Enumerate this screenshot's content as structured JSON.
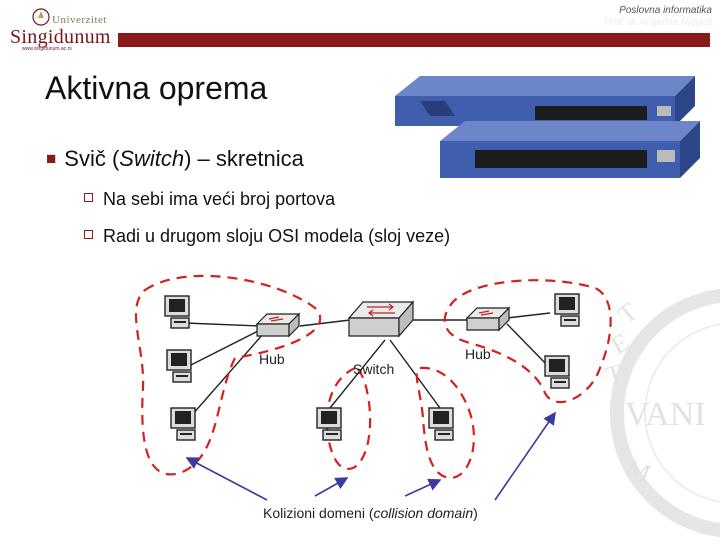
{
  "header": {
    "logo_top": "Univerzitet",
    "logo_name": "Singidunum",
    "logo_url": "www.singidunum.ac.rs",
    "course": "Poslovna informatika",
    "author": "Prof. dr Angelina Njeguš"
  },
  "colors": {
    "accent": "#8b1a1a",
    "collision_outline": "#d62020",
    "device_blue": "#3f5fae"
  },
  "title": "Aktivna oprema",
  "bullets": {
    "main_prefix": "Svič (",
    "main_italic": "Switch",
    "main_suffix": ") – skretnica",
    "sub": [
      "Na sebi ima veći broj portova",
      "Radi u drugom sloju OSI modela (sloj veze)"
    ]
  },
  "diagram": {
    "hub_left": "Hub",
    "switch": "Switch",
    "hub_right": "Hub",
    "caption_prefix": "Kolizioni domeni (",
    "caption_italic": "collision domain",
    "caption_suffix": ")"
  },
  "watermark": [
    "T",
    "E",
    "T",
    "VANI",
    "M"
  ]
}
